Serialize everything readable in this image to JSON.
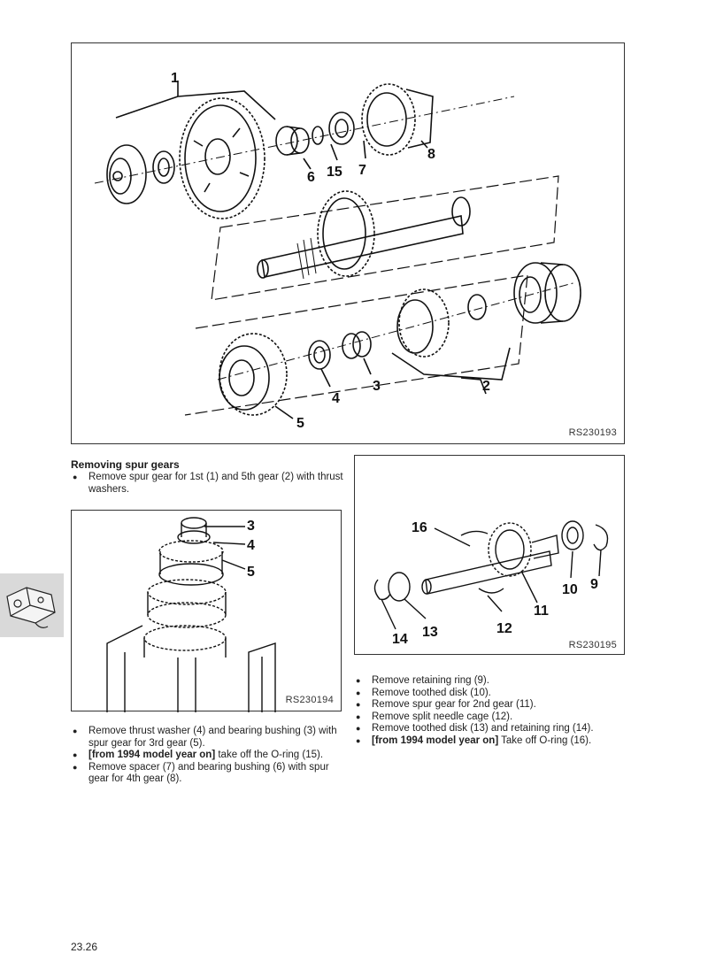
{
  "figure_top": {
    "code": "RS230193",
    "callouts": [
      "1",
      "6",
      "15",
      "7",
      "8",
      "4",
      "3",
      "2",
      "5"
    ]
  },
  "section": {
    "title": "Removing spur gears",
    "bullet1": "Remove spur gear for 1st (1) and 5th gear (2) with thrust washers."
  },
  "figure_left": {
    "code": "RS230194",
    "callouts": [
      "3",
      "4",
      "5"
    ]
  },
  "figure_right": {
    "code": "RS230195",
    "callouts": [
      "16",
      "10",
      "9",
      "11",
      "12",
      "13",
      "14"
    ]
  },
  "left_steps": [
    {
      "bold": "",
      "text": "Remove thrust washer (4) and bearing bushing (3) with spur gear for 3rd gear (5)."
    },
    {
      "bold": "[from 1994 model year on]",
      "text": " take off the O-ring (15)."
    },
    {
      "bold": "",
      "text": "Remove spacer (7) and bearing bushing (6) with spur gear for 4th gear (8)."
    }
  ],
  "right_steps": [
    {
      "bold": "",
      "text": "Remove retaining ring (9)."
    },
    {
      "bold": "",
      "text": "Remove toothed disk (10)."
    },
    {
      "bold": "",
      "text": "Remove spur gear for 2nd gear (11)."
    },
    {
      "bold": "",
      "text": "Remove split needle cage (12)."
    },
    {
      "bold": "",
      "text": "Remove toothed disk (13) and retaining ring (14)."
    },
    {
      "bold": "[from 1994 model year on]",
      "text": " Take off O-ring (16)."
    }
  ],
  "page_number": "23.26",
  "side_tab_icon": "gearbox-icon"
}
